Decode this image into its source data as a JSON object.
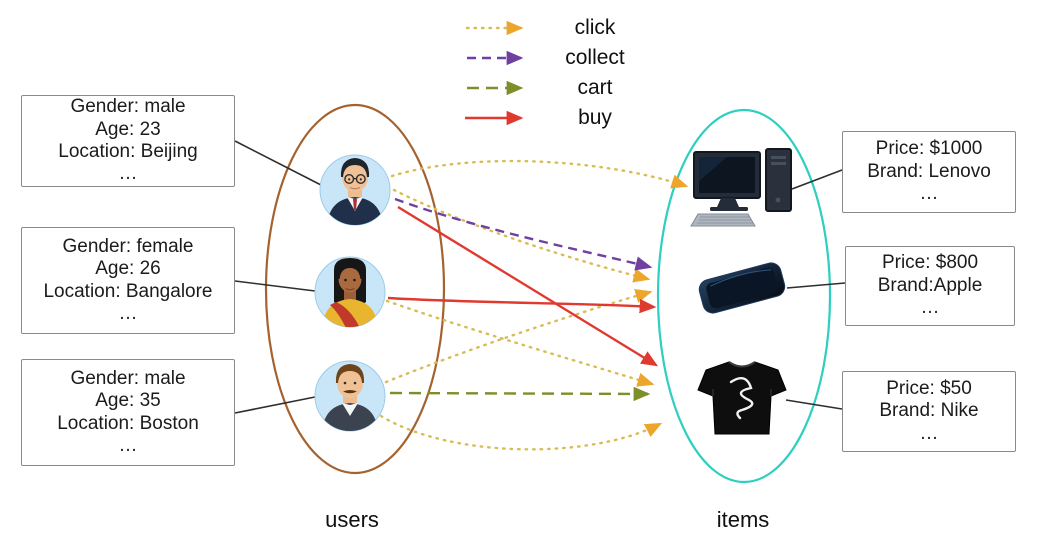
{
  "title": "user-item multi-behavior interaction diagram",
  "legend": {
    "items": [
      {
        "label": "click",
        "line_color": "#d8bc55",
        "arrow_color": "#eda62c",
        "style": "dotted"
      },
      {
        "label": "collect",
        "line_color": "#7040a0",
        "arrow_color": "#7040a0",
        "style": "dashed"
      },
      {
        "label": "cart",
        "line_color": "#7d8f2a",
        "arrow_color": "#7d8f2a",
        "style": "dashed"
      },
      {
        "label": "buy",
        "line_color": "#e0392f",
        "arrow_color": "#e0392f",
        "style": "solid"
      }
    ]
  },
  "users": {
    "group_label": "users",
    "ellipse_color": "#a5622e",
    "profiles": [
      {
        "avatar": "man-glasses-avatar",
        "lines": [
          "Gender: male",
          "Age: 23",
          "Location: Beijing",
          "…"
        ]
      },
      {
        "avatar": "woman-saree-avatar",
        "lines": [
          "Gender: female",
          "Age: 26",
          "Location: Bangalore",
          "…"
        ]
      },
      {
        "avatar": "man-mustache-avatar",
        "lines": [
          "Gender: male",
          "Age: 35",
          "Location: Boston",
          "…"
        ]
      }
    ]
  },
  "items": {
    "group_label": "items",
    "ellipse_color": "#2ccfc0",
    "products": [
      {
        "icon": "desktop-computer-icon",
        "lines": [
          "Price: $1000",
          "Brand: Lenovo",
          "…"
        ]
      },
      {
        "icon": "smartphone-icon",
        "lines": [
          "Price: $800",
          "Brand:Apple",
          "…"
        ]
      },
      {
        "icon": "tshirt-icon",
        "lines": [
          "Price: $50",
          "Brand: Nike",
          "…"
        ]
      }
    ]
  },
  "edges": [
    {
      "type": "click",
      "from": "user-1",
      "to": "desktop-computer"
    },
    {
      "type": "click",
      "from": "user-1",
      "to": "smartphone"
    },
    {
      "type": "click",
      "from": "user-2",
      "to": "tshirt"
    },
    {
      "type": "click",
      "from": "user-3",
      "to": "smartphone"
    },
    {
      "type": "click",
      "from": "user-3",
      "to": "tshirt"
    },
    {
      "type": "collect",
      "from": "user-1",
      "to": "smartphone"
    },
    {
      "type": "cart",
      "from": "user-3",
      "to": "tshirt"
    },
    {
      "type": "buy",
      "from": "user-1",
      "to": "tshirt"
    },
    {
      "type": "buy",
      "from": "user-2",
      "to": "smartphone"
    }
  ]
}
